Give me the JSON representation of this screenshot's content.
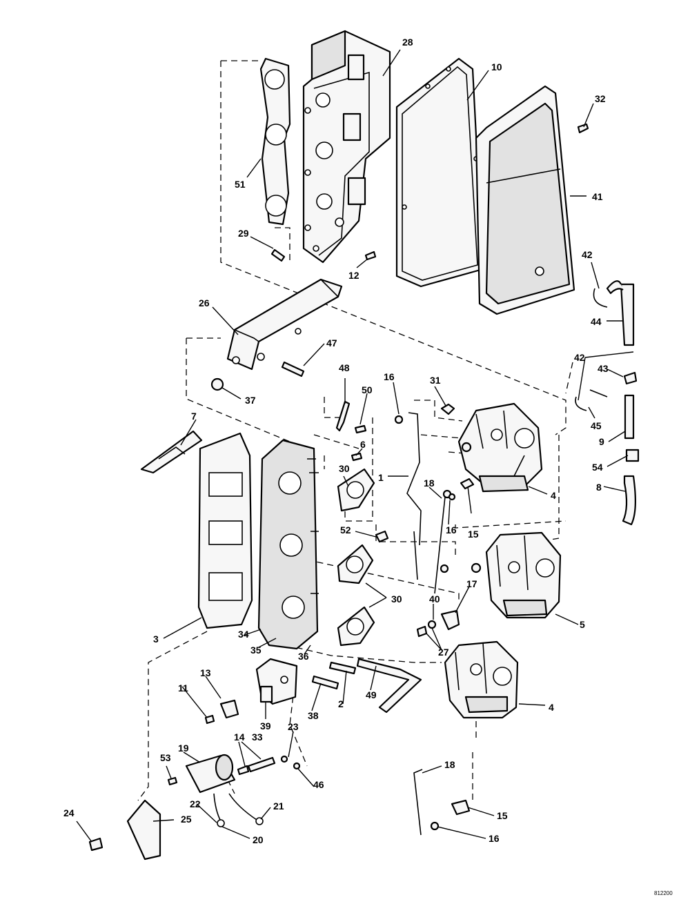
{
  "diagram": {
    "callouts": [
      {
        "id": "c28",
        "label": "28"
      },
      {
        "id": "c10",
        "label": "10"
      },
      {
        "id": "c32",
        "label": "32"
      },
      {
        "id": "c41",
        "label": "41"
      },
      {
        "id": "c51",
        "label": "51"
      },
      {
        "id": "c29",
        "label": "29"
      },
      {
        "id": "c12",
        "label": "12"
      },
      {
        "id": "c42a",
        "label": "42"
      },
      {
        "id": "c44",
        "label": "44"
      },
      {
        "id": "c26",
        "label": "26"
      },
      {
        "id": "c47",
        "label": "47"
      },
      {
        "id": "c42b",
        "label": "42"
      },
      {
        "id": "c43",
        "label": "43"
      },
      {
        "id": "c48",
        "label": "48"
      },
      {
        "id": "c16a",
        "label": "16"
      },
      {
        "id": "c31",
        "label": "31"
      },
      {
        "id": "c50",
        "label": "50"
      },
      {
        "id": "c37",
        "label": "37"
      },
      {
        "id": "c7",
        "label": "7"
      },
      {
        "id": "c45",
        "label": "45"
      },
      {
        "id": "c9",
        "label": "9"
      },
      {
        "id": "c6",
        "label": "6"
      },
      {
        "id": "c30a",
        "label": "30"
      },
      {
        "id": "c1",
        "label": "1"
      },
      {
        "id": "c18a",
        "label": "18"
      },
      {
        "id": "c4a",
        "label": "4"
      },
      {
        "id": "c54",
        "label": "54"
      },
      {
        "id": "c8",
        "label": "8"
      },
      {
        "id": "c16b",
        "label": "16"
      },
      {
        "id": "c15a",
        "label": "15"
      },
      {
        "id": "c52",
        "label": "52"
      },
      {
        "id": "c30b",
        "label": "30"
      },
      {
        "id": "c17",
        "label": "17"
      },
      {
        "id": "c40",
        "label": "40"
      },
      {
        "id": "c5",
        "label": "5"
      },
      {
        "id": "c3",
        "label": "3"
      },
      {
        "id": "c34",
        "label": "34"
      },
      {
        "id": "c27",
        "label": "27"
      },
      {
        "id": "c35",
        "label": "35"
      },
      {
        "id": "c36",
        "label": "36"
      },
      {
        "id": "c13",
        "label": "13"
      },
      {
        "id": "c11",
        "label": "11"
      },
      {
        "id": "c39",
        "label": "39"
      },
      {
        "id": "c38",
        "label": "38"
      },
      {
        "id": "c2",
        "label": "2"
      },
      {
        "id": "c49",
        "label": "49"
      },
      {
        "id": "c4b",
        "label": "4"
      },
      {
        "id": "c19",
        "label": "19"
      },
      {
        "id": "c14",
        "label": "14"
      },
      {
        "id": "c33",
        "label": "33"
      },
      {
        "id": "c23",
        "label": "23"
      },
      {
        "id": "c53",
        "label": "53"
      },
      {
        "id": "c46",
        "label": "46"
      },
      {
        "id": "c18b",
        "label": "18"
      },
      {
        "id": "c22",
        "label": "22"
      },
      {
        "id": "c21",
        "label": "21"
      },
      {
        "id": "c24",
        "label": "24"
      },
      {
        "id": "c25",
        "label": "25"
      },
      {
        "id": "c20",
        "label": "20"
      },
      {
        "id": "c15b",
        "label": "15"
      },
      {
        "id": "c16c",
        "label": "16"
      }
    ],
    "stamp": "812200"
  }
}
